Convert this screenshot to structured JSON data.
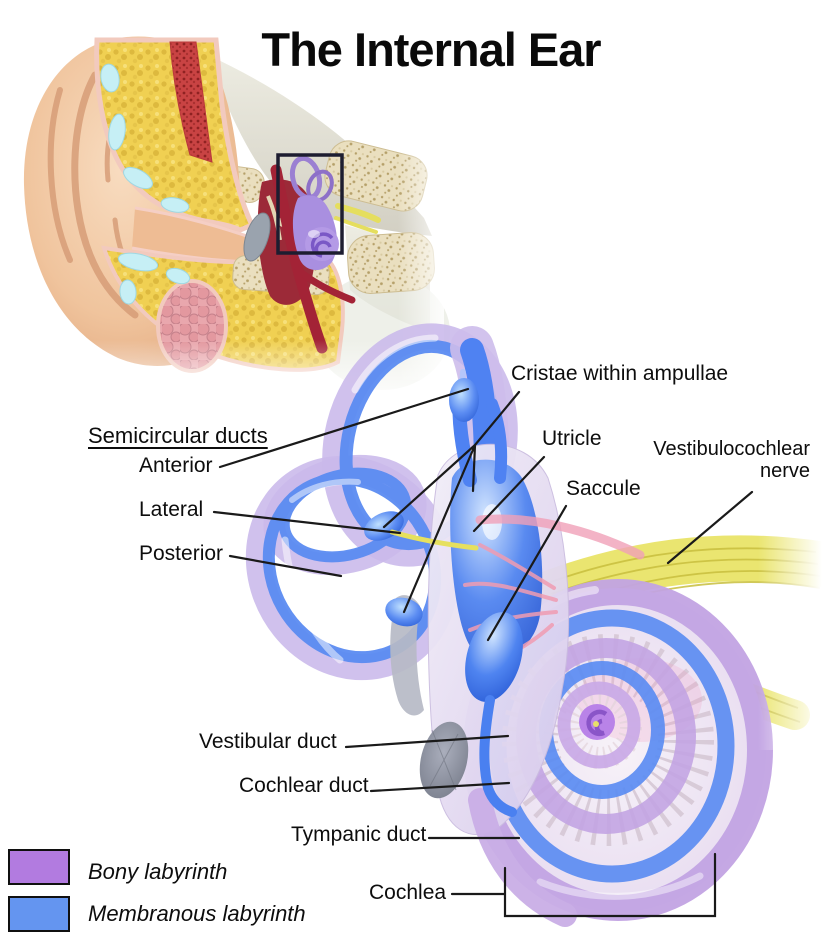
{
  "title": "The Internal Ear",
  "labels": {
    "cristae": "Cristae within ampullae",
    "semicircular_heading": "Semicircular ducts",
    "anterior": "Anterior",
    "lateral": "Lateral",
    "posterior": "Posterior",
    "utricle": "Utricle",
    "saccule": "Saccule",
    "nerve_line1": "Vestibulocochlear",
    "nerve_line2": "nerve",
    "vestibular_duct": "Vestibular duct",
    "cochlear_duct": "Cochlear duct",
    "tympanic_duct": "Tympanic duct",
    "cochlea": "Cochlea"
  },
  "legend": {
    "items": [
      {
        "label": "Bony labyrinth",
        "color": "#b27be0"
      },
      {
        "label": "Membranous labyrinth",
        "color": "#6495f0"
      }
    ]
  },
  "colors": {
    "bony_labyrinth": "#b27be0",
    "membranous_labyrinth": "#6495f0",
    "nerve_yellow": "#e9e468",
    "leader_line": "#1a1a1a",
    "background": "#ffffff"
  }
}
